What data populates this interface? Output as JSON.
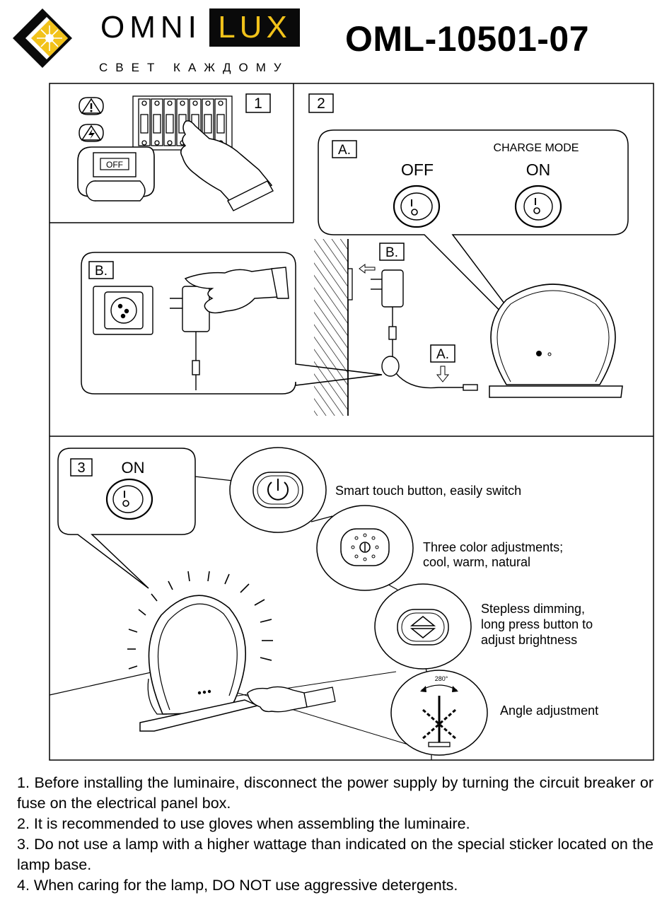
{
  "brand": {
    "name_left": "OMNI",
    "name_right": "LUX",
    "tagline": "СВЕТ КАЖДОМУ",
    "accent_yellow": "#f2c21a",
    "dark": "#0a0a0a"
  },
  "model_number": "OML-10501-07",
  "panel1": {
    "step": "1",
    "switch_label": "OFF",
    "icons": [
      "warning-icon",
      "electric-hazard-icon"
    ]
  },
  "panel2": {
    "step": "2",
    "callout_a": {
      "tag": "A.",
      "title": "CHARGE MODE",
      "off_label": "OFF",
      "on_label": "ON"
    },
    "callout_b": {
      "tag": "B."
    },
    "label_b": "B.",
    "label_a": "A."
  },
  "panel3": {
    "step": "3",
    "on_label": "ON",
    "features": [
      {
        "icon": "power-button-icon",
        "text": [
          "Smart touch button, easily switch"
        ]
      },
      {
        "icon": "color-adjust-icon",
        "text": [
          "Three color adjustments;",
          "cool, warm, natural"
        ]
      },
      {
        "icon": "dimming-icon",
        "text": [
          "Stepless dimming,",
          "long press button to",
          "adjust brightness"
        ]
      },
      {
        "icon": "angle-icon",
        "angle": "280°",
        "text": [
          "Angle adjustment"
        ]
      }
    ]
  },
  "notes": [
    "1. Before installing the luminaire, disconnect the power supply by turning the circuit breaker or fuse on the electrical panel box.",
    "2. It is recommended to use gloves when assembling the luminaire.",
    "3. Do not use a lamp with a higher wattage than indicated on the special sticker located on the lamp base.",
    "4. When caring for the lamp, DO NOT use aggressive detergents."
  ]
}
